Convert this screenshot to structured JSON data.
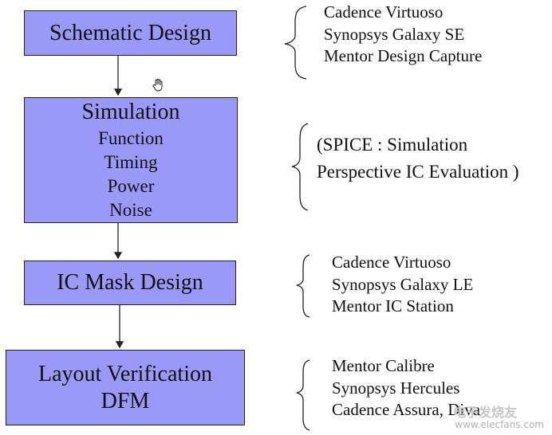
{
  "boxes": {
    "schematic": {
      "title": "Schematic Design"
    },
    "simulation": {
      "title": "Simulation",
      "subs": [
        "Function",
        "Timing",
        "Power",
        "Noise"
      ]
    },
    "mask": {
      "title": "IC Mask Design"
    },
    "verification": {
      "title": "Layout Verification",
      "sub": "DFM"
    }
  },
  "tools": {
    "schematic": [
      "Cadence Virtuoso",
      "Synopsys Galaxy SE",
      "Mentor Design Capture"
    ],
    "simulation": [
      "(SPICE : Simulation",
      "Perspective IC Evaluation )"
    ],
    "mask": [
      "Cadence Virtuoso",
      "Synopsys Galaxy LE",
      "Mentor IC Station"
    ],
    "verification": [
      "Mentor Calibre",
      "Synopsys Hercules",
      "Cadence Assura, Diva"
    ]
  },
  "watermark": {
    "text": "www.elecfans.com",
    "mark": "电子发烧友"
  },
  "colors": {
    "box_fill": "#9a99f7",
    "box_border": "#222222",
    "line": "#222222"
  },
  "icons": {
    "cursor": "hand-cursor-icon"
  }
}
